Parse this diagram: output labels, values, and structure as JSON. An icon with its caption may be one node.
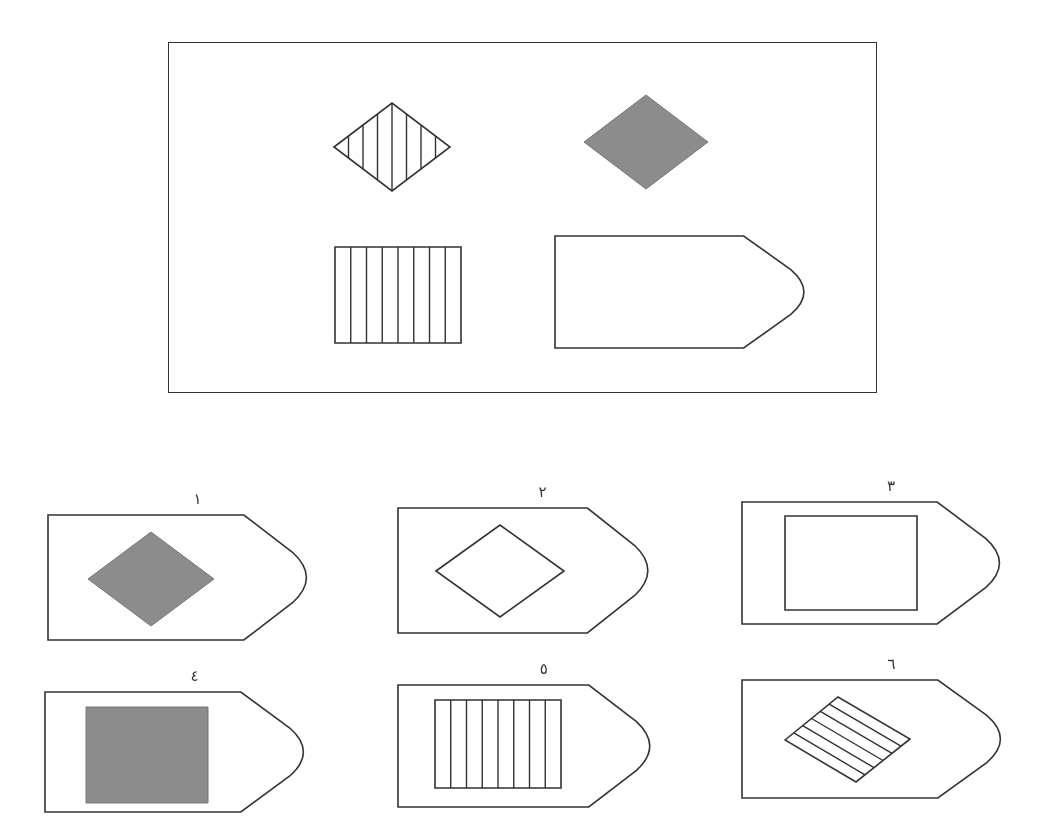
{
  "diagram": {
    "nodes": [
      {
        "text": [],
        "shape": "box"
      },
      {
        "text": [],
        "shape": "diamond",
        "in": 0
      },
      {
        "text": [],
        "shape": "diamond",
        "in": 0
      },
      {
        "text": [],
        "shape": "box",
        "in": 0
      },
      {
        "text": [],
        "shape": "pentagon",
        "in": 0
      },
      {
        "text": [
          "١"
        ]
      },
      {
        "text": [],
        "shape": "diamond",
        "in": 5
      },
      {
        "text": [
          "٢"
        ]
      },
      {
        "text": [],
        "shape": "diamond",
        "in": 7
      },
      {
        "text": [
          "٣"
        ]
      },
      {
        "text": [],
        "shape": "box",
        "in": 9
      },
      {
        "text": [
          "٤"
        ]
      },
      {
        "text": [],
        "shape": "box",
        "in": 11
      },
      {
        "text": [
          "٥"
        ]
      },
      {
        "text": [],
        "shape": "box",
        "in": 13
      },
      {
        "text": [
          "٦"
        ]
      },
      {
        "text": [],
        "shape": "diamond",
        "in": 15
      }
    ],
    "edges": []
  }
}
